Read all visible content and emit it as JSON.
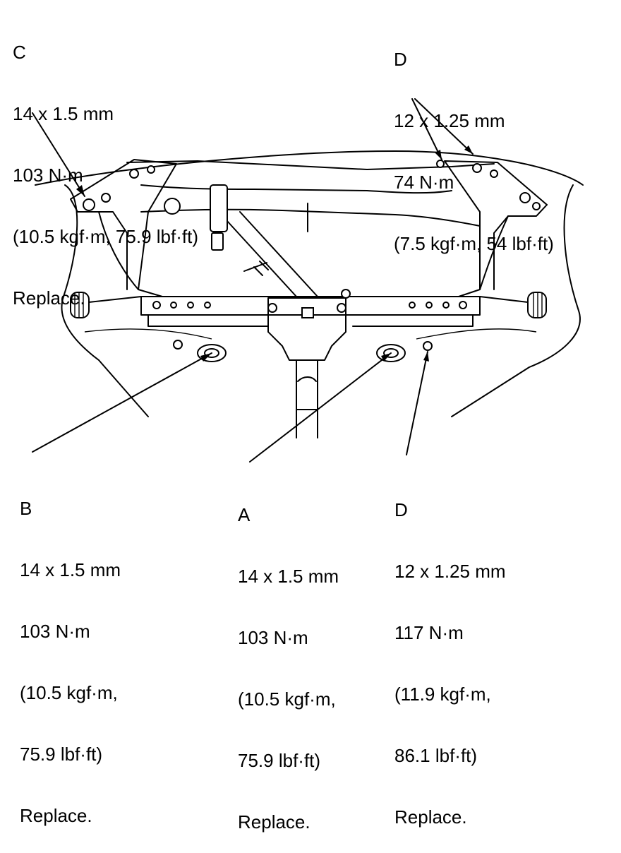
{
  "callouts": {
    "c": {
      "letter": "C",
      "size": "14 x 1.5 mm",
      "torque_nm": "103 N·m",
      "torque_alt": "(10.5 kgf·m, 75.9 lbf·ft)",
      "note": "Replace."
    },
    "d_top": {
      "letter": "D",
      "size": "12 x 1.25 mm",
      "torque_nm": "74 N·m",
      "torque_alt": "(7.5 kgf·m, 54 lbf·ft)"
    },
    "b": {
      "letter": "B",
      "size": "14 x 1.5 mm",
      "torque_nm": "103 N·m",
      "torque_alt_1": "(10.5 kgf·m,",
      "torque_alt_2": "75.9 lbf·ft)",
      "note": "Replace."
    },
    "a": {
      "letter": "A",
      "size": "14 x 1.5 mm",
      "torque_nm": "103 N·m",
      "torque_alt_1": "(10.5 kgf·m,",
      "torque_alt_2": "75.9 lbf·ft)",
      "note": "Replace."
    },
    "d_bottom": {
      "letter": "D",
      "size": "12 x 1.25 mm",
      "torque_nm": "117 N·m",
      "torque_alt_1": "(11.9 kgf·m,",
      "torque_alt_2": "86.1 lbf·ft)",
      "note": "Replace."
    }
  },
  "colors": {
    "ink": "#000000",
    "paper": "#ffffff"
  }
}
